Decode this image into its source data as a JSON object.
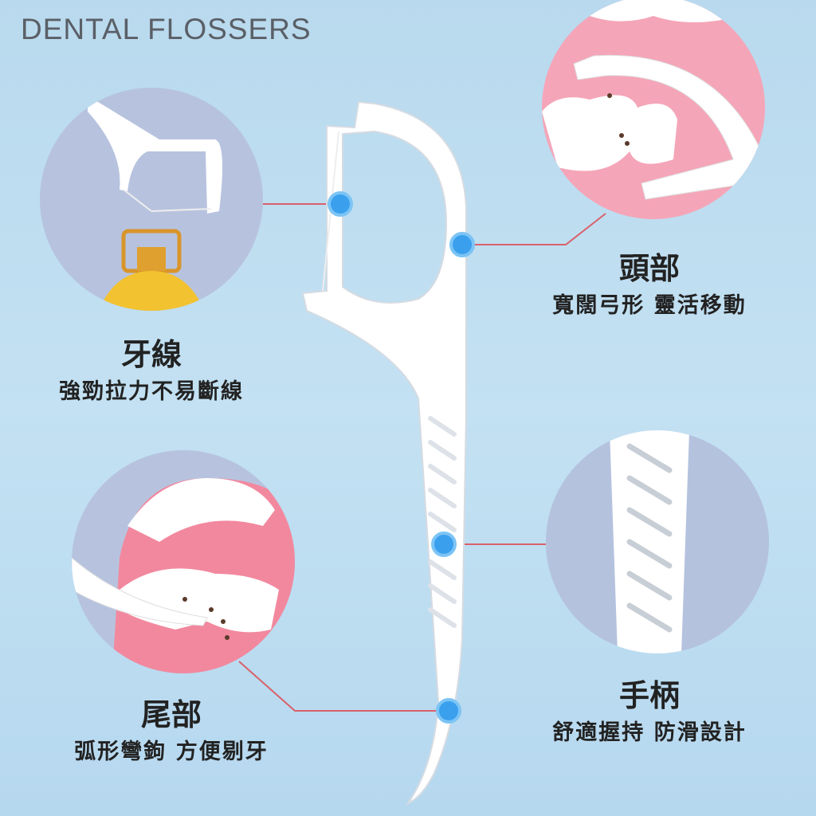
{
  "header": {
    "title": "DENTAL FLOSSERS"
  },
  "features": [
    {
      "title": "牙線",
      "subtitle": "強勁拉力不易斷線"
    },
    {
      "title": "頭部",
      "subtitle": "寬闊弓形 靈活移動"
    },
    {
      "title": "尾部",
      "subtitle": "弧形彎鉤 方便剔牙"
    },
    {
      "title": "手柄",
      "subtitle": "舒適握持 防滑設計"
    }
  ],
  "colors": {
    "marker": "#3aa0ee",
    "line": "#d9606a",
    "gum": "#f3a3b4"
  }
}
